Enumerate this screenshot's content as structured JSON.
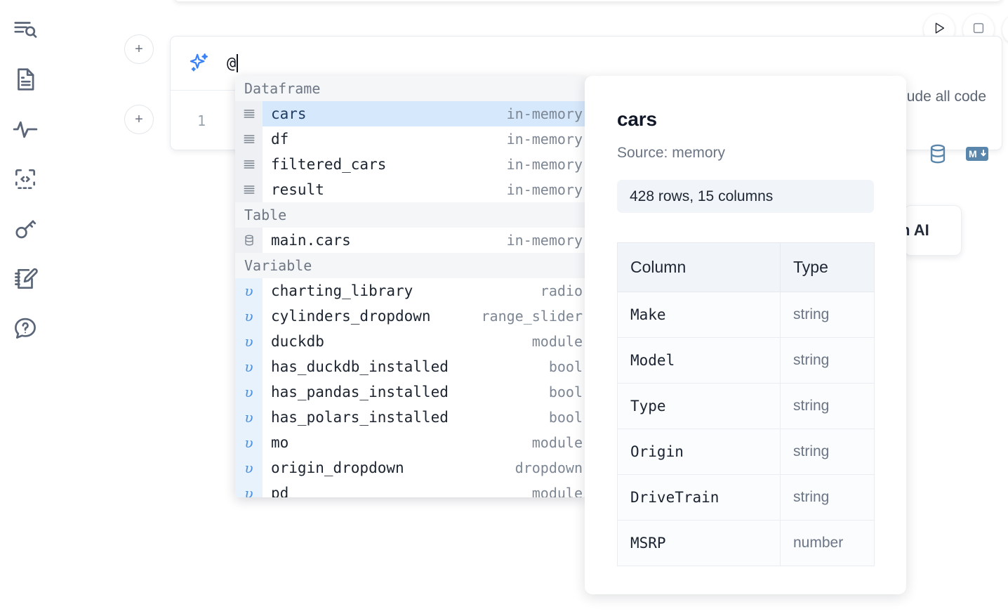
{
  "sidebar": {
    "items": [
      {
        "name": "explore-search-icon",
        "label": "Explore"
      },
      {
        "name": "file-document-icon",
        "label": "Files"
      },
      {
        "name": "activity-pulse-icon",
        "label": "Activity"
      },
      {
        "name": "code-snippet-icon",
        "label": "Snippets"
      },
      {
        "name": "key-icon",
        "label": "Secrets"
      },
      {
        "name": "notebook-edit-icon",
        "label": "Scratchpad"
      },
      {
        "name": "help-chat-icon",
        "label": "Help"
      }
    ]
  },
  "toolbar": {
    "add_cell_label": "+",
    "run_label": "Run",
    "stop_label": "Stop"
  },
  "ai_cell": {
    "prompt_value": "@",
    "include_all_code_label": "Include all code",
    "include_all_code_checked": false,
    "line_number": "1",
    "database_icon_label": "database",
    "markdown_icon_label": "M↓"
  },
  "ai_chip": {
    "label": "h AI"
  },
  "completion": {
    "groups": [
      {
        "header": "Dataframe",
        "icon": "dataframe-icon",
        "gutter_variant": "default",
        "items": [
          {
            "name": "cars",
            "type": "in-memory",
            "selected": true
          },
          {
            "name": "df",
            "type": "in-memory",
            "selected": false
          },
          {
            "name": "filtered_cars",
            "type": "in-memory",
            "selected": false
          },
          {
            "name": "result",
            "type": "in-memory",
            "selected": false
          }
        ]
      },
      {
        "header": "Table",
        "icon": "table-database-icon",
        "gutter_variant": "default",
        "items": [
          {
            "name": "main.cars",
            "type": "in-memory",
            "selected": false
          }
        ]
      },
      {
        "header": "Variable",
        "icon": "variable-icon",
        "gutter_variant": "variable",
        "items": [
          {
            "name": "charting_library",
            "type": "radio",
            "selected": false
          },
          {
            "name": "cylinders_dropdown",
            "type": "range_slider",
            "selected": false
          },
          {
            "name": "duckdb",
            "type": "module",
            "selected": false
          },
          {
            "name": "has_duckdb_installed",
            "type": "bool",
            "selected": false
          },
          {
            "name": "has_pandas_installed",
            "type": "bool",
            "selected": false
          },
          {
            "name": "has_polars_installed",
            "type": "bool",
            "selected": false
          },
          {
            "name": "mo",
            "type": "module",
            "selected": false
          },
          {
            "name": "origin_dropdown",
            "type": "dropdown",
            "selected": false
          },
          {
            "name": "pd",
            "type": "module",
            "selected": false
          }
        ]
      }
    ]
  },
  "preview": {
    "title": "cars",
    "source": "Source: memory",
    "shape": "428 rows, 15 columns",
    "columns_header": "Column",
    "type_header": "Type",
    "schema": [
      {
        "column": "Make",
        "type": "string"
      },
      {
        "column": "Model",
        "type": "string"
      },
      {
        "column": "Type",
        "type": "string"
      },
      {
        "column": "Origin",
        "type": "string"
      },
      {
        "column": "DriveTrain",
        "type": "string"
      },
      {
        "column": "MSRP",
        "type": "number"
      }
    ]
  },
  "colors": {
    "accent": "#3b82f6",
    "selection": "#d6e8fb",
    "gutter": "#eef0f3",
    "variable_gutter": "#e8f2fd",
    "icon": "#5a6678"
  }
}
